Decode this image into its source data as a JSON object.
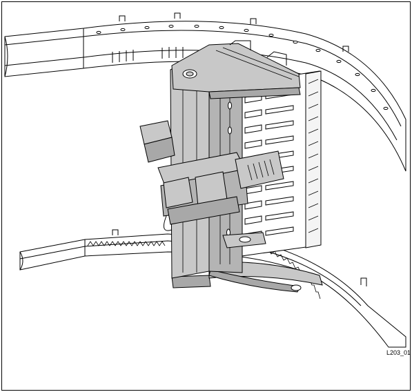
{
  "figure": {
    "reference_code": "L203_01"
  },
  "colors": {
    "robot_fill": "#c8c8c8",
    "robot_shade": "#a8a8a8",
    "rail_fill": "#ffffff",
    "line": "#000000"
  },
  "icons": {
    "robot": "tape-library-robot-illustration",
    "rail": "curved-guide-rail",
    "rack": "cartridge-slot-array"
  }
}
